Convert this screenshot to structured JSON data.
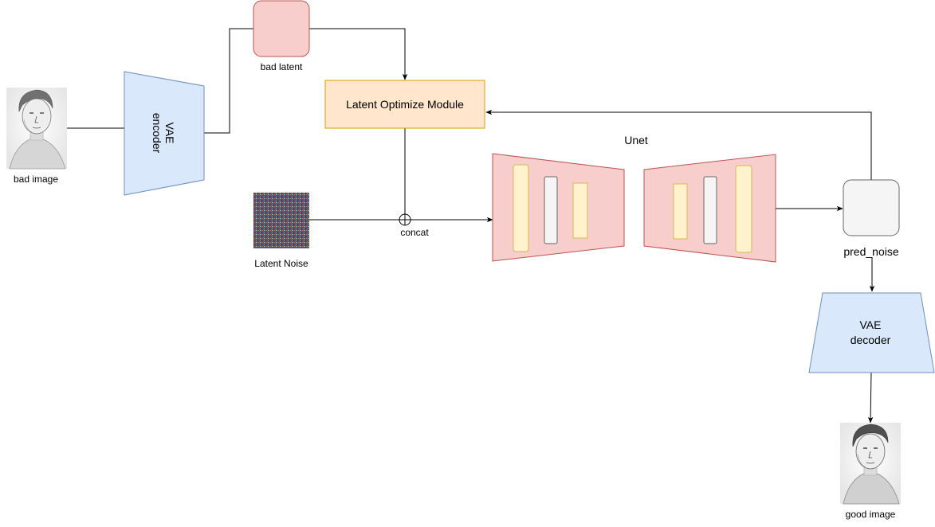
{
  "labels": {
    "bad_image": "bad image",
    "vae_encoder_line1": "VAE",
    "vae_encoder_line2": "encoder",
    "bad_latent": "bad latent",
    "latent_optimize_module": "Latent Optimize Module",
    "latent_noise": "Latent Noise",
    "concat": "concat",
    "unet": "Unet",
    "pred_noise": "pred_noise",
    "vae_decoder_line1": "VAE",
    "vae_decoder_line2": "decoder",
    "good_image": "good image"
  },
  "colors": {
    "vae_fill": "#dae8fc",
    "vae_stroke": "#6c8ebf",
    "latent_fill": "#f8cecc",
    "latent_stroke": "#b85450",
    "module_fill": "#ffe6cc",
    "module_stroke": "#d79b00",
    "unet_fill": "#f8cecc",
    "unet_stroke": "#b85450",
    "unet_block_fill": "#fff2cc",
    "unet_block_stroke": "#d6b656",
    "unet_mid_fill": "#f5f5f5",
    "unet_mid_stroke": "#666666",
    "pred_noise_fill": "#f5f5f5",
    "pred_noise_stroke": "#666666",
    "line": "#000000"
  },
  "icons": {
    "bad_image": "sketch-portrait-icon",
    "latent_noise": "noise-texture-icon",
    "good_image": "sketch-portrait-icon"
  }
}
